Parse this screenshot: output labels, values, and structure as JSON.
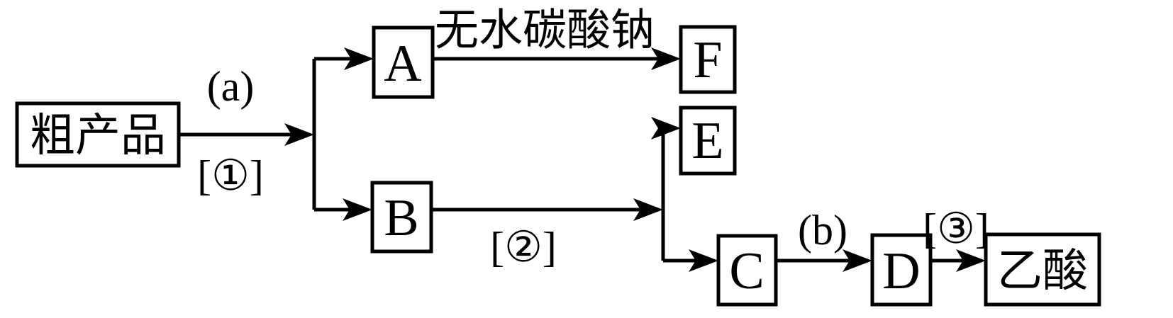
{
  "diagram": {
    "title": "粗产品分离提纯流程图",
    "type": "flowchart",
    "nodes": [
      {
        "id": "crude",
        "label": "粗产品",
        "script": "cjk"
      },
      {
        "id": "A",
        "label": "A",
        "script": "latin"
      },
      {
        "id": "B",
        "label": "B",
        "script": "latin"
      },
      {
        "id": "F",
        "label": "F",
        "script": "latin"
      },
      {
        "id": "E",
        "label": "E",
        "script": "latin"
      },
      {
        "id": "C",
        "label": "C",
        "script": "latin"
      },
      {
        "id": "D",
        "label": "D",
        "script": "latin"
      },
      {
        "id": "acetic",
        "label": "乙酸",
        "script": "cjk"
      }
    ],
    "edges": [
      {
        "id": "crude-split",
        "from": "crude",
        "to": "split1",
        "label_above": "(a)",
        "label_below": "[①]"
      },
      {
        "id": "split-A",
        "from": "split1",
        "to": "A",
        "label_above": "",
        "label_below": ""
      },
      {
        "id": "split-B",
        "from": "split1",
        "to": "B",
        "label_above": "",
        "label_below": ""
      },
      {
        "id": "A-F",
        "from": "A",
        "to": "F",
        "label_above": "无水碳酸钠",
        "label_below": ""
      },
      {
        "id": "B-split",
        "from": "B",
        "to": "split2",
        "label_above": "",
        "label_below": "[②]"
      },
      {
        "id": "split-E",
        "from": "split2",
        "to": "E",
        "label_above": "",
        "label_below": ""
      },
      {
        "id": "split-C",
        "from": "split2",
        "to": "C",
        "label_above": "",
        "label_below": ""
      },
      {
        "id": "C-D",
        "from": "C",
        "to": "D",
        "label_above": "(b)",
        "label_below": ""
      },
      {
        "id": "D-acetic",
        "from": "D",
        "to": "acetic",
        "label_above": "[③]",
        "label_below": ""
      }
    ],
    "edge_labels": {
      "a_reagent": "(a)",
      "step1": "[①]",
      "anhydrous_sodium_carbonate": "无水碳酸钠",
      "step2": "[②]",
      "b_reagent": "(b)",
      "step3": "[③]"
    },
    "colors": {
      "stroke": "#000000",
      "fill": "#ffffff",
      "text": "#000000"
    }
  }
}
